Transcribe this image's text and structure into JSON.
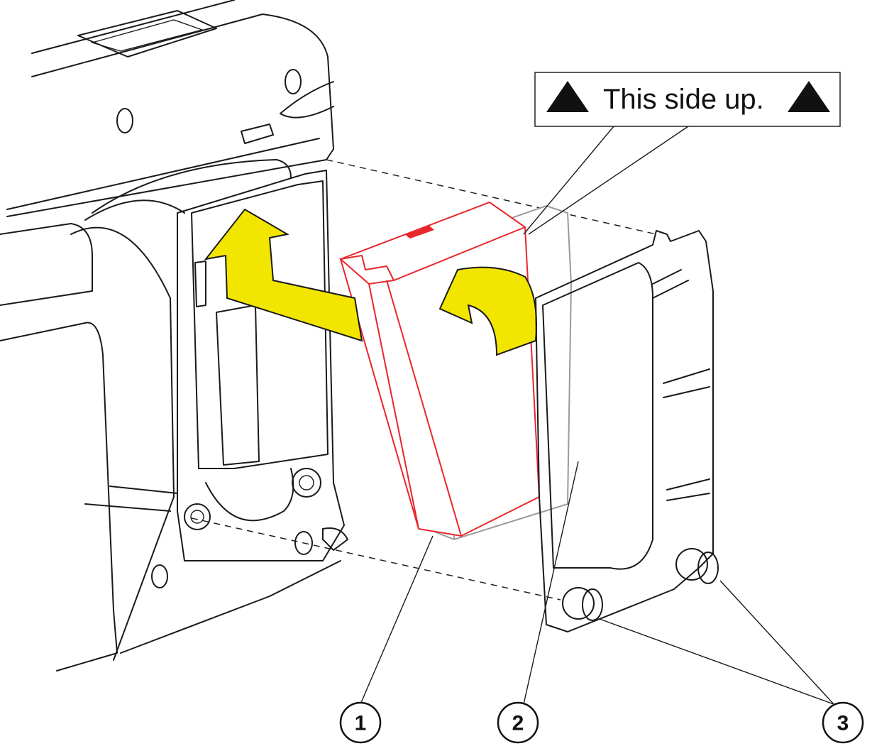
{
  "label": {
    "text": "This side up.",
    "icon": "triangle-up-icon"
  },
  "callouts": [
    {
      "number": "1",
      "part": "battery"
    },
    {
      "number": "2",
      "part": "battery-cover"
    },
    {
      "number": "3",
      "part": "thumbscrews"
    }
  ],
  "colors": {
    "arrow": "#f2e600",
    "battery_outline": "#e8262b",
    "battery_ghost": "#9a9a9a"
  }
}
